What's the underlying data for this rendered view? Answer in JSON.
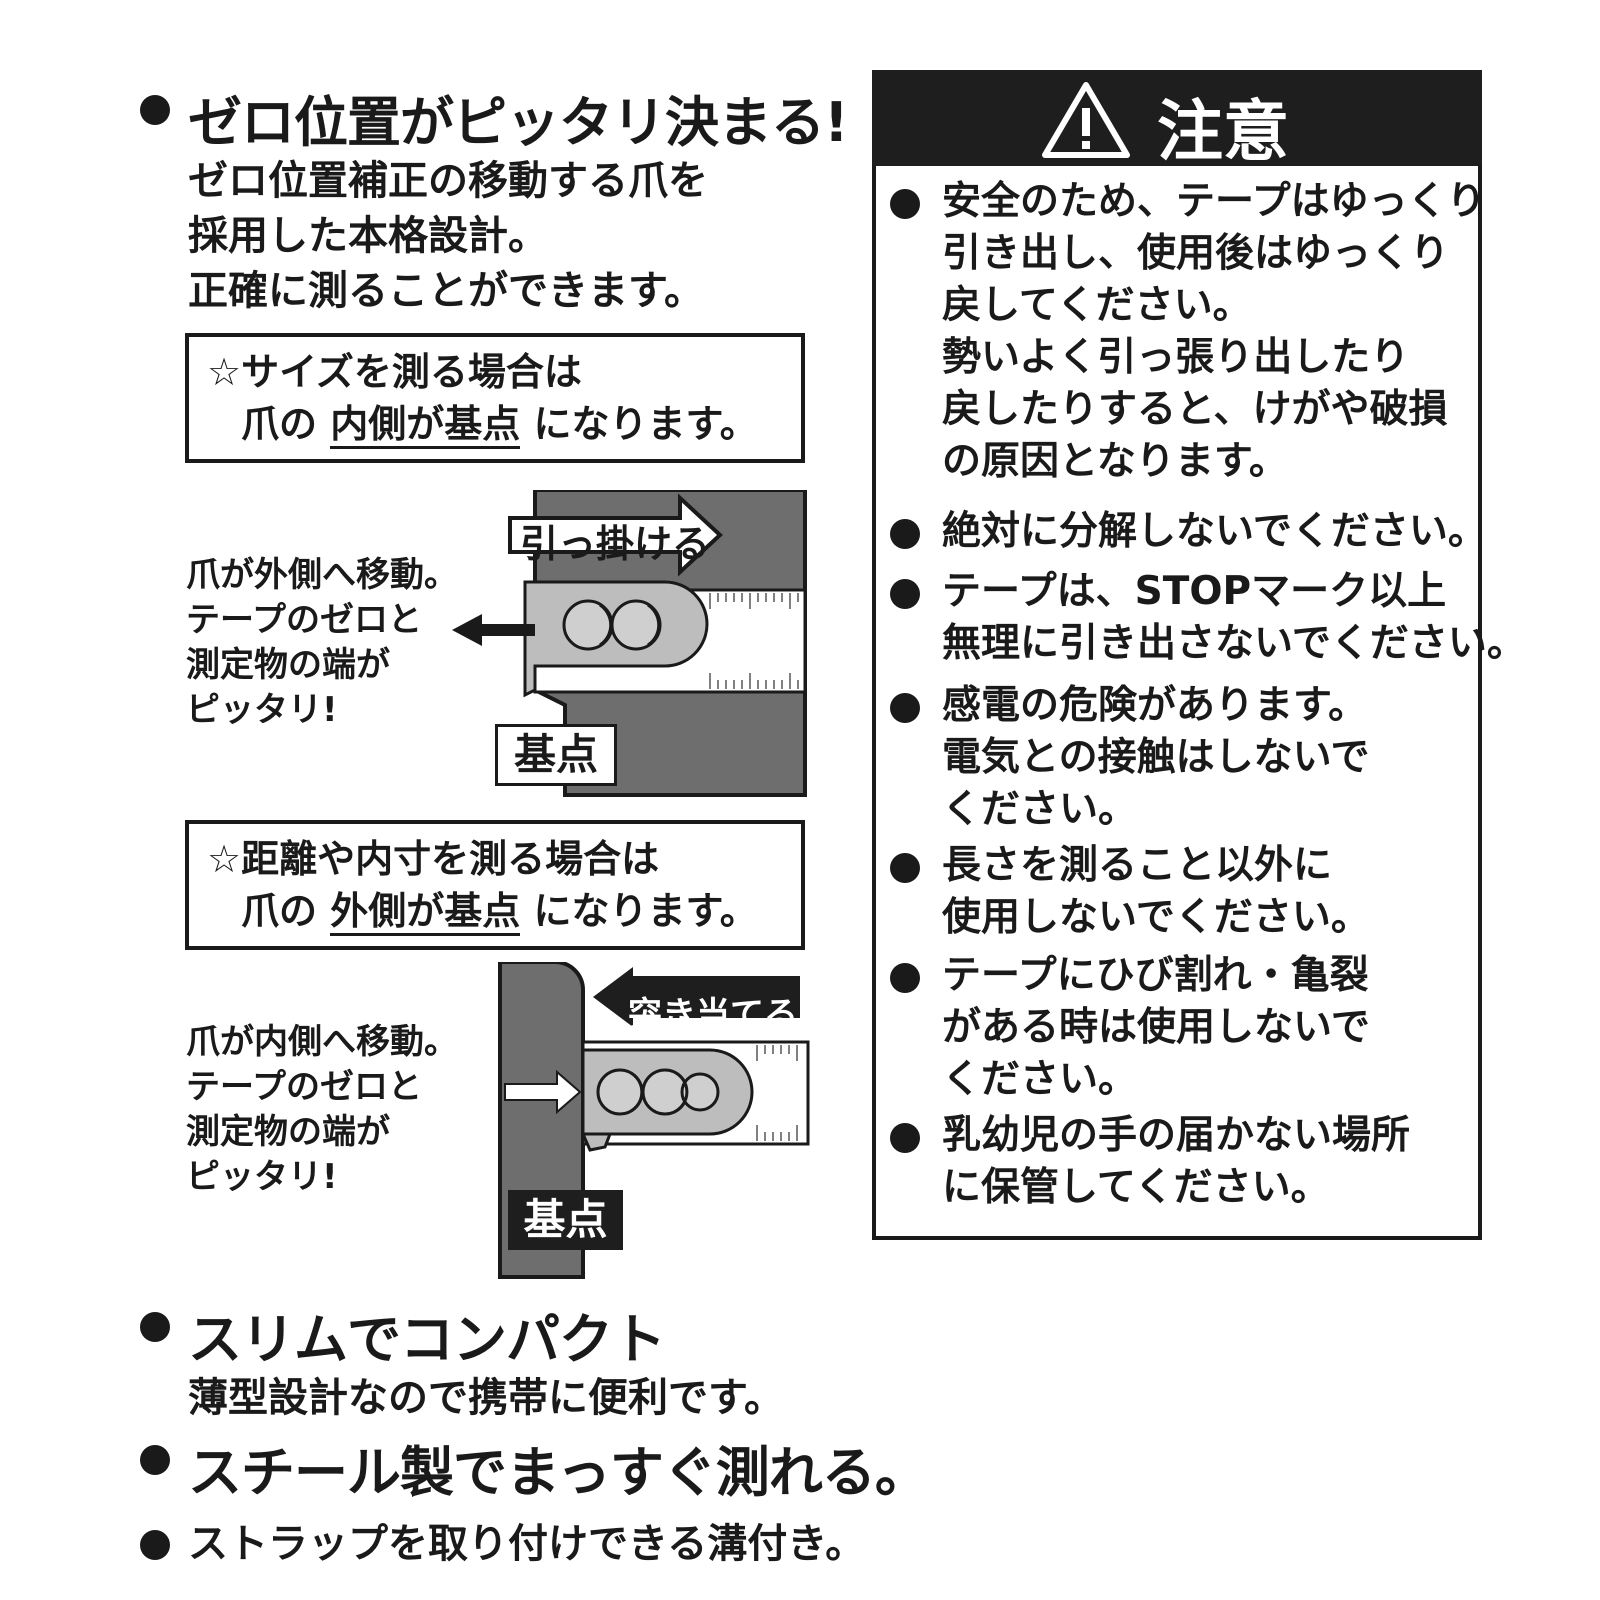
{
  "left": {
    "section1": {
      "heading": "ゼロ位置がピッタリ決まる!",
      "lines": [
        "ゼロ位置補正の移動する爪を",
        "採用した本格設計。",
        "正確に測ることができます。"
      ]
    },
    "box1": {
      "line1": "☆サイズを測る場合は",
      "line2_pre": "爪の",
      "line2_em": "内側が基点",
      "line2_post": "になります。"
    },
    "diagram1": {
      "caption": [
        "爪が外側へ移動。",
        "テープのゼロと",
        "測定物の端が",
        "ピッタリ!"
      ],
      "arrow_label": "引っ掛ける",
      "point_label": "基点"
    },
    "box2": {
      "line1": "☆距離や内寸を測る場合は",
      "line2_pre": "爪の",
      "line2_em": "外側が基点",
      "line2_post": "になります。"
    },
    "diagram2": {
      "caption": [
        "爪が内側へ移動。",
        "テープのゼロと",
        "測定物の端が",
        "ピッタリ!"
      ],
      "arrow_label": "突き当てる",
      "point_label": "基点"
    },
    "section2": {
      "heading": "スリムでコンパクト",
      "line": "薄型設計なので携帯に便利です。"
    },
    "section3": {
      "heading": "スチール製でまっすぐ測れる。"
    },
    "section4": {
      "line": "ストラップを取り付けできる溝付き。"
    }
  },
  "caution": {
    "title": "注意",
    "items": [
      [
        "安全のため、テープはゆっくり",
        "引き出し、使用後はゆっくり",
        "戻してください。",
        "勢いよく引っ張り出したり",
        "戻したりすると、けがや破損",
        "の原因となります。"
      ],
      [
        "絶対に分解しないでください。"
      ],
      [
        "テープは、STOPマーク以上",
        "無理に引き出さないでください。"
      ],
      [
        "感電の危険があります。",
        "電気との接触はしないで",
        "ください。"
      ],
      [
        "長さを測ること以外に",
        "使用しないでください。"
      ],
      [
        "テープにひび割れ・亀裂",
        "がある時は使用しないで",
        "ください。"
      ],
      [
        "乳幼児の手の届かない場所",
        "に保管してください。"
      ]
    ]
  },
  "colors": {
    "ink": "#1a1a1a",
    "device_gray": "#6e6e6e",
    "button_gray": "#bdbdbd",
    "caution_header": "#1e1e1e"
  },
  "icons": {
    "bullet": "bullet-dot-icon",
    "warning": "warning-triangle-icon"
  }
}
